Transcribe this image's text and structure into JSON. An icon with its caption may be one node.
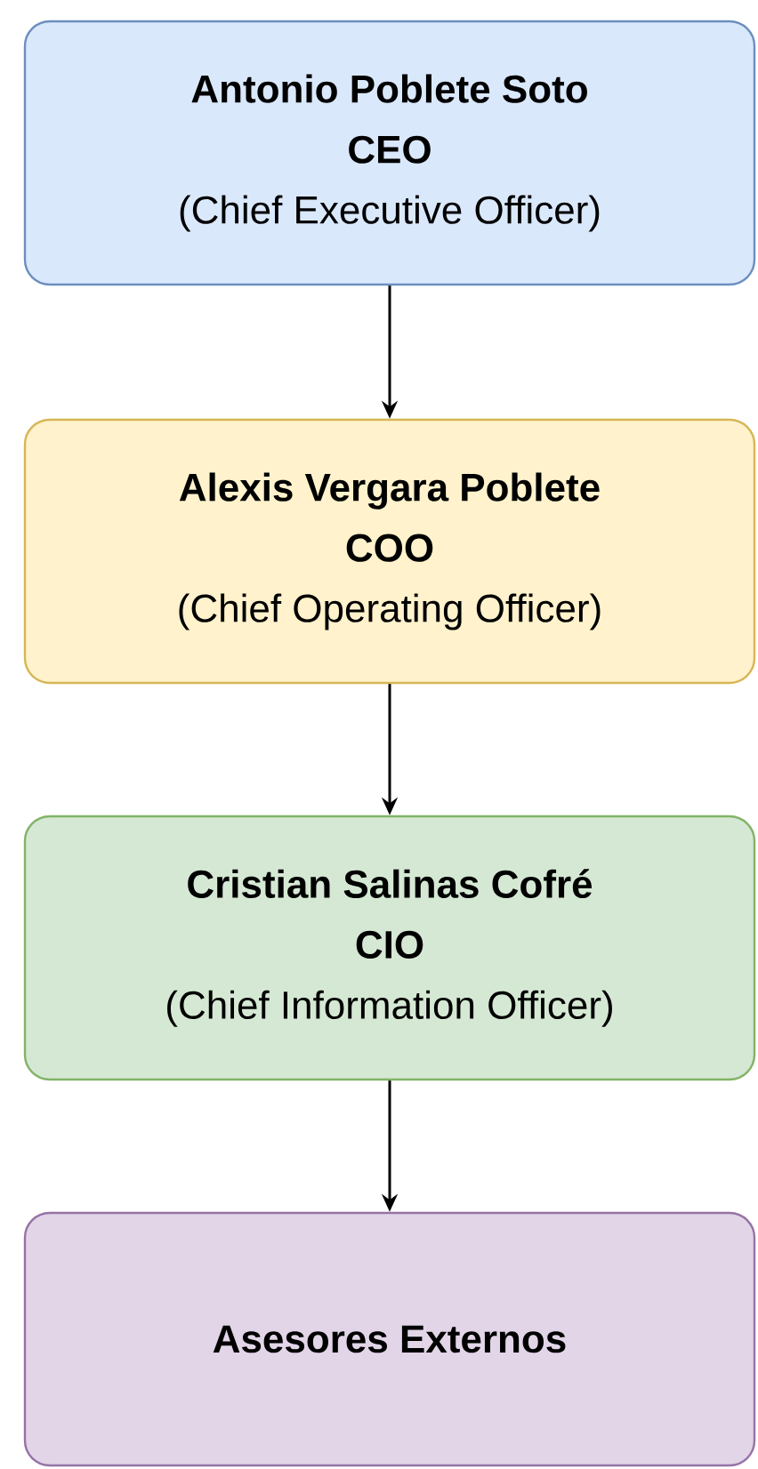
{
  "diagram": {
    "nodes": [
      {
        "text": [
          "Antonio Poblete Soto",
          "CEO",
          "(Chief Executive Officer)"
        ]
      },
      {
        "text": [
          "Alexis Vergara Poblete",
          "COO",
          "(Chief Operating Officer)"
        ]
      },
      {
        "text": [
          "Cristian Salinas Cofré",
          "CIO",
          "(Chief Information Officer)"
        ]
      },
      {
        "text": [
          "Asesores Externos"
        ]
      }
    ],
    "edges": [
      {
        "from": 0,
        "to": 1,
        "arrow": "to"
      },
      {
        "from": 1,
        "to": 2,
        "arrow": "to"
      },
      {
        "from": 2,
        "to": 3,
        "arrow": "to"
      }
    ]
  }
}
